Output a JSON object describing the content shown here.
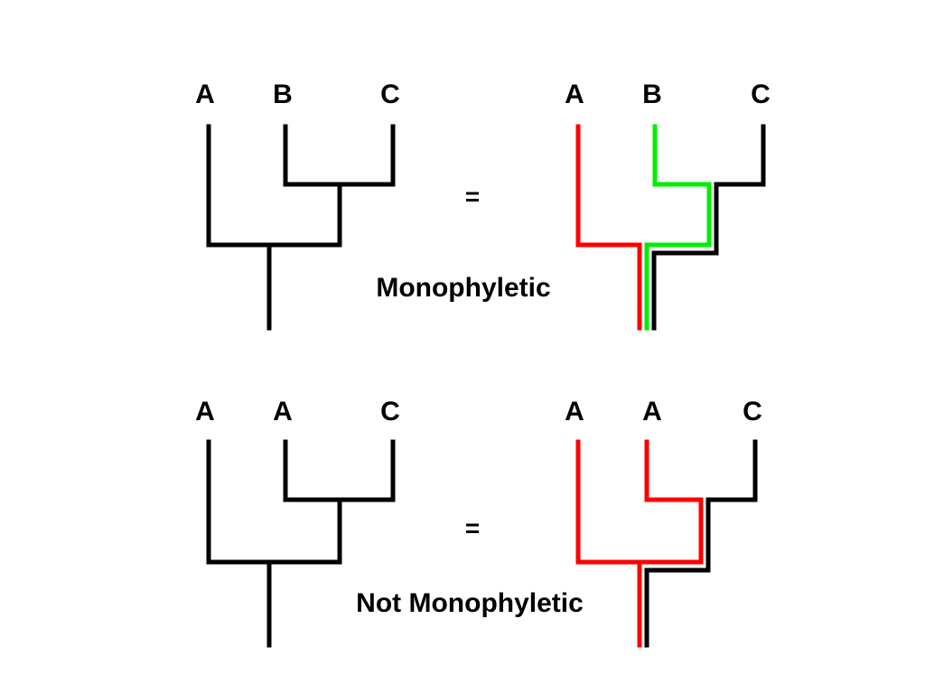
{
  "colors": {
    "tree": "#000000",
    "lineage_a": "#ff0000",
    "lineage_b": "#00ee00"
  },
  "rows": [
    {
      "left_tips": [
        "A",
        "B",
        "C"
      ],
      "right_tips": [
        "A",
        "B",
        "C"
      ],
      "equals": "=",
      "caption": "Monophyletic"
    },
    {
      "left_tips": [
        "A",
        "A",
        "C"
      ],
      "right_tips": [
        "A",
        "A",
        "C"
      ],
      "equals": "=",
      "caption": "Not Monophyletic"
    }
  ]
}
